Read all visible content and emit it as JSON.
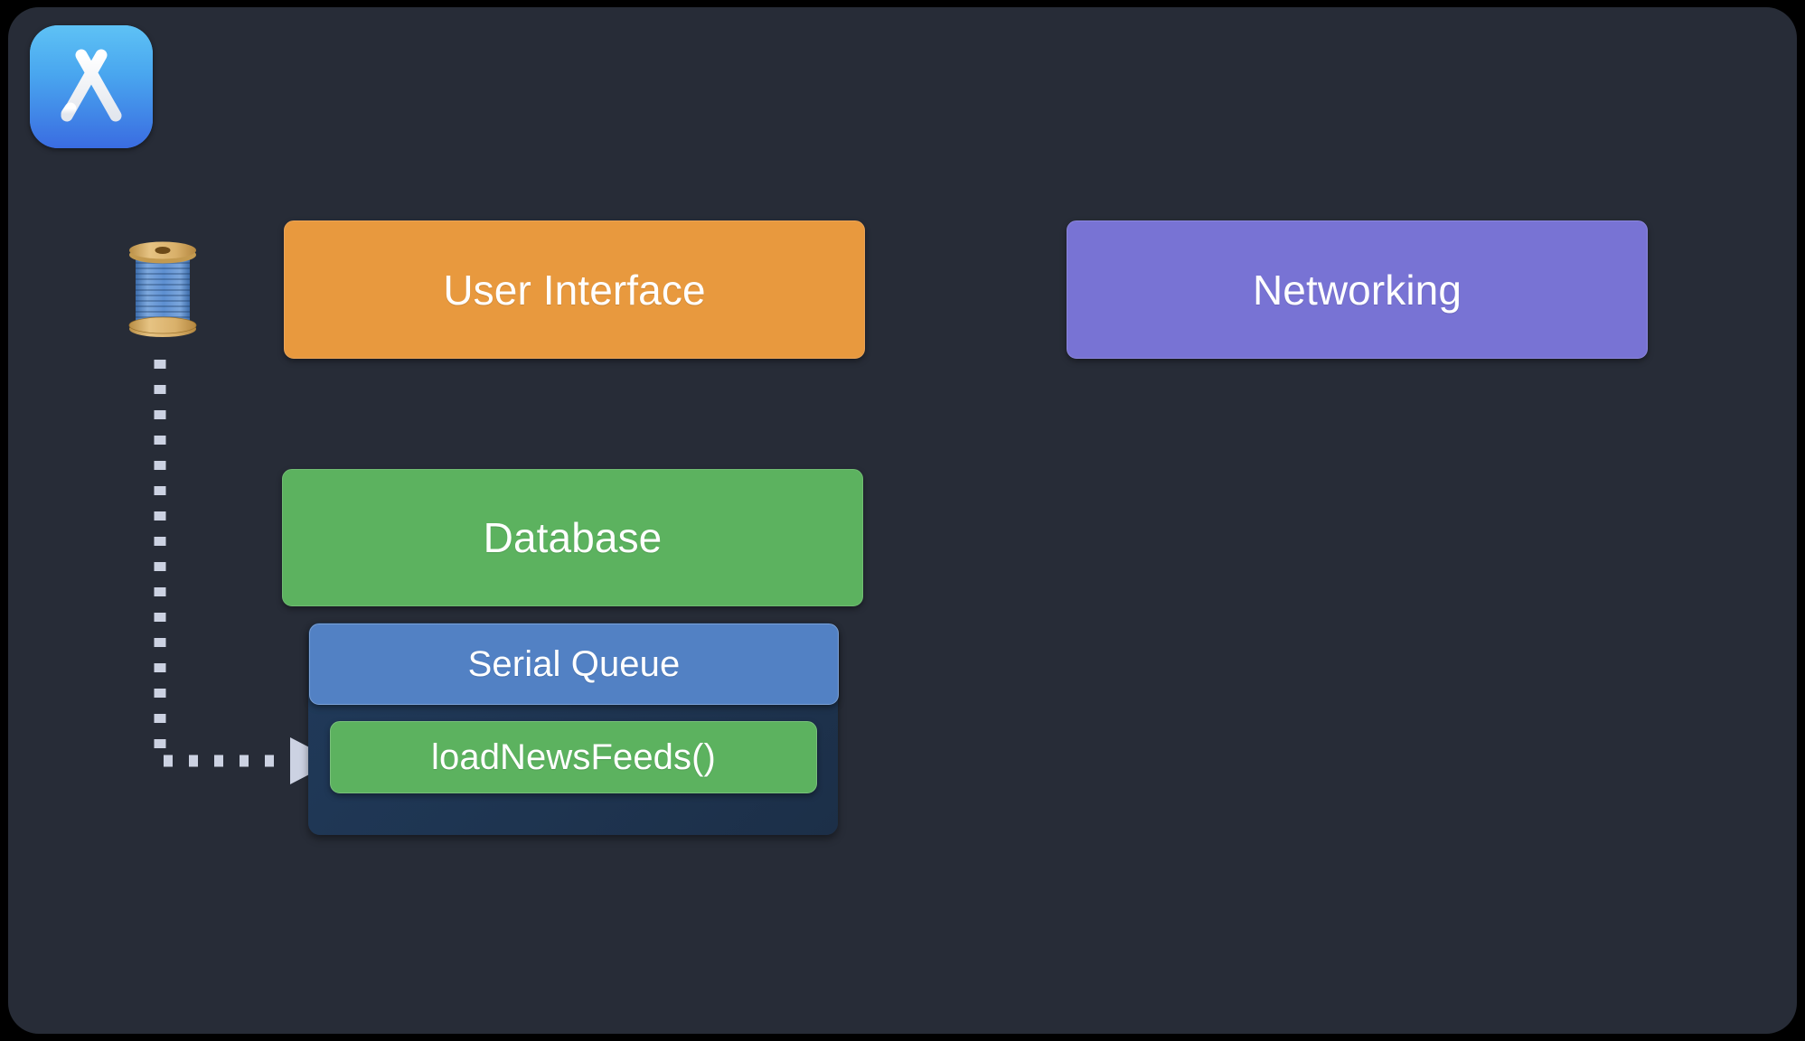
{
  "diagram": {
    "title": "GCD Serial Queue Diagram",
    "background_color": "#272c37",
    "outer_border_color": "#000000",
    "icons": {
      "app_store": {
        "name": "app-store-icon",
        "label": "App Store",
        "gradient_from": "#5ec2f5",
        "gradient_to": "#3a6fe2",
        "glyph_color": "#ffffff"
      },
      "thread_spool": {
        "name": "thread-spool-icon",
        "label": "Thread",
        "emoji": "🧵",
        "wood_color": "#d8ad64",
        "thread_color": "#5a8fd0"
      }
    },
    "nodes": [
      {
        "id": "user-interface",
        "label": "User Interface",
        "color": "#e8993e",
        "text_color": "#ffffff",
        "font_size": 46
      },
      {
        "id": "networking",
        "label": "Networking",
        "color": "#7873d4",
        "text_color": "#ffffff",
        "font_size": 46
      },
      {
        "id": "database",
        "label": "Database",
        "color": "#5cb25f",
        "text_color": "#ffffff",
        "font_size": 46
      },
      {
        "id": "serial-queue",
        "label": "Serial Queue",
        "color": "#5281c4",
        "text_color": "#ffffff",
        "font_size": 40,
        "container_color": "#203a5a"
      },
      {
        "id": "load-news-feeds",
        "label": "loadNewsFeeds()",
        "color": "#5cb25f",
        "text_color": "#ffffff",
        "font_size": 40,
        "parent": "serial-queue"
      }
    ],
    "connectors": [
      {
        "id": "thread-to-task",
        "from": "thread-spool-icon",
        "to": "load-news-feeds",
        "style": "dashed",
        "color": "#ccd2e2",
        "arrow": "triangle"
      }
    ]
  }
}
